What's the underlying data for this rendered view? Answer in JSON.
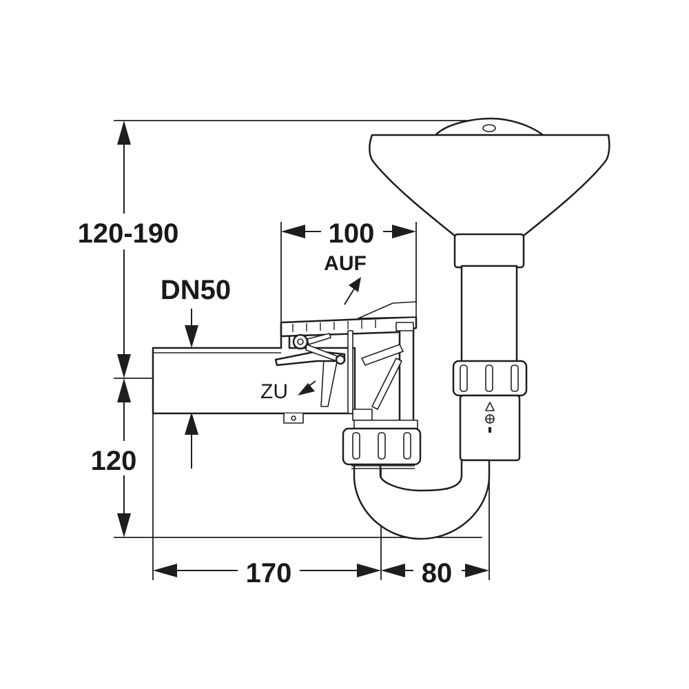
{
  "dimensions": {
    "total_height": "120-190",
    "outlet_height": "120",
    "inlet_spacing": "100",
    "horizontal_length": "170",
    "trap_offset": "80"
  },
  "labels": {
    "pipe_size": "DN50",
    "open_label": "AUF",
    "closed_label": "ZU"
  }
}
